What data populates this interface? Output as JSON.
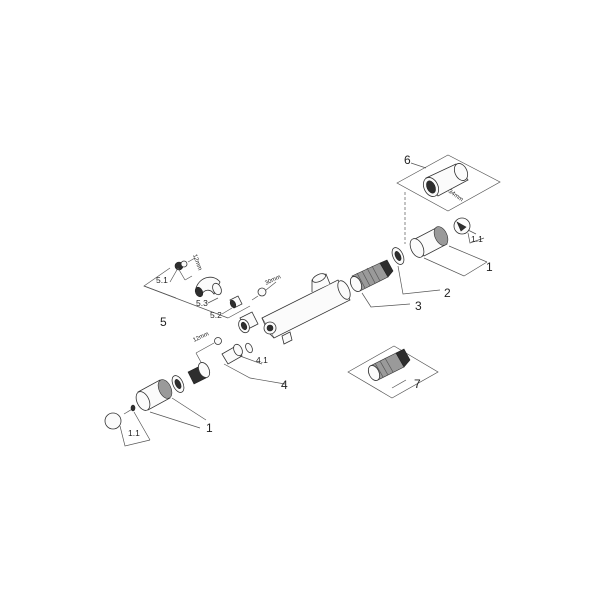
{
  "labels": {
    "l1_right": "1",
    "l1_1_right": "1.1",
    "l2": "2",
    "l3": "3",
    "l4": "4",
    "l4_1": "4.1",
    "l5": "5",
    "l5_1": "5.1",
    "l5_2": "5.2",
    "l5_3": "5.3",
    "l6": "6",
    "l7": "7",
    "l1_left": "1",
    "l1_1_left": "1.1"
  },
  "tool_sizes": {
    "wrench_5": "12mm",
    "wrench_5_2": "30mm",
    "wrench_4": "12mm",
    "wrench_6": "34mm"
  }
}
